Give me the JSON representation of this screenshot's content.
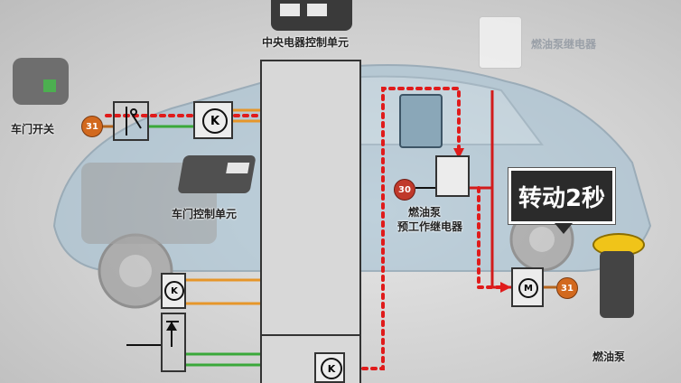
{
  "labels": {
    "central_unit": "中央电器控制单元",
    "fuel_pump_relay": "燃油泵继电器",
    "door_switch": "车门开关",
    "door_control_unit": "车门控制单元",
    "prework_relay_line1": "燃油泵",
    "prework_relay_line2": "预工作继电器",
    "fuel_pump": "燃油泵"
  },
  "callout": {
    "text": "转动2秒"
  },
  "badges": {
    "door_switch_ground": "31",
    "relay_terminal": "30",
    "pump_ground": "31"
  },
  "symbols": {
    "k_letter": "K",
    "motor_letter": "M"
  },
  "colors": {
    "signal_dotted": "#e01b1b",
    "power_line": "#d21b1b",
    "orange_wire": "#e6962a",
    "green_wire": "#3aa83a",
    "car_body": "#8fb1c6"
  }
}
